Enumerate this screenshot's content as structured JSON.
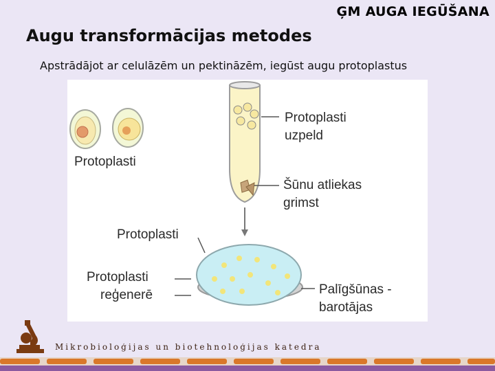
{
  "header": {
    "section": "ĢM AUGA IEGŪŠANA"
  },
  "slide": {
    "title": "Augu transformācijas metodes",
    "subtitle": "Apstrādājot ar celulāzēm un pektināzēm, iegūst augu protoplastus"
  },
  "figure": {
    "labels": {
      "protoplasti_left": "Protoplasti",
      "protoplasti_float_1": "Protoplasti",
      "protoplasti_float_2": "uzpeld",
      "cell_debris_1": "Šūnu atliekas",
      "cell_debris_2": "grimst",
      "protoplasti_mid": "Protoplasti",
      "regenerate_1": "Protoplasti",
      "regenerate_2": "reģenerē",
      "feeder_1": "Palīgšūnas -",
      "feeder_2": "barotājas"
    }
  },
  "footer": {
    "department": "Mikrobioloģijas un biotehnoloģijas katedra"
  },
  "colors": {
    "background": "#ebe6f5",
    "logo": "#7a3b12",
    "bar_purple": "#7b4a8f",
    "bar_orange": "#d9782a"
  },
  "icons": {
    "logo": "microscope-icon"
  }
}
